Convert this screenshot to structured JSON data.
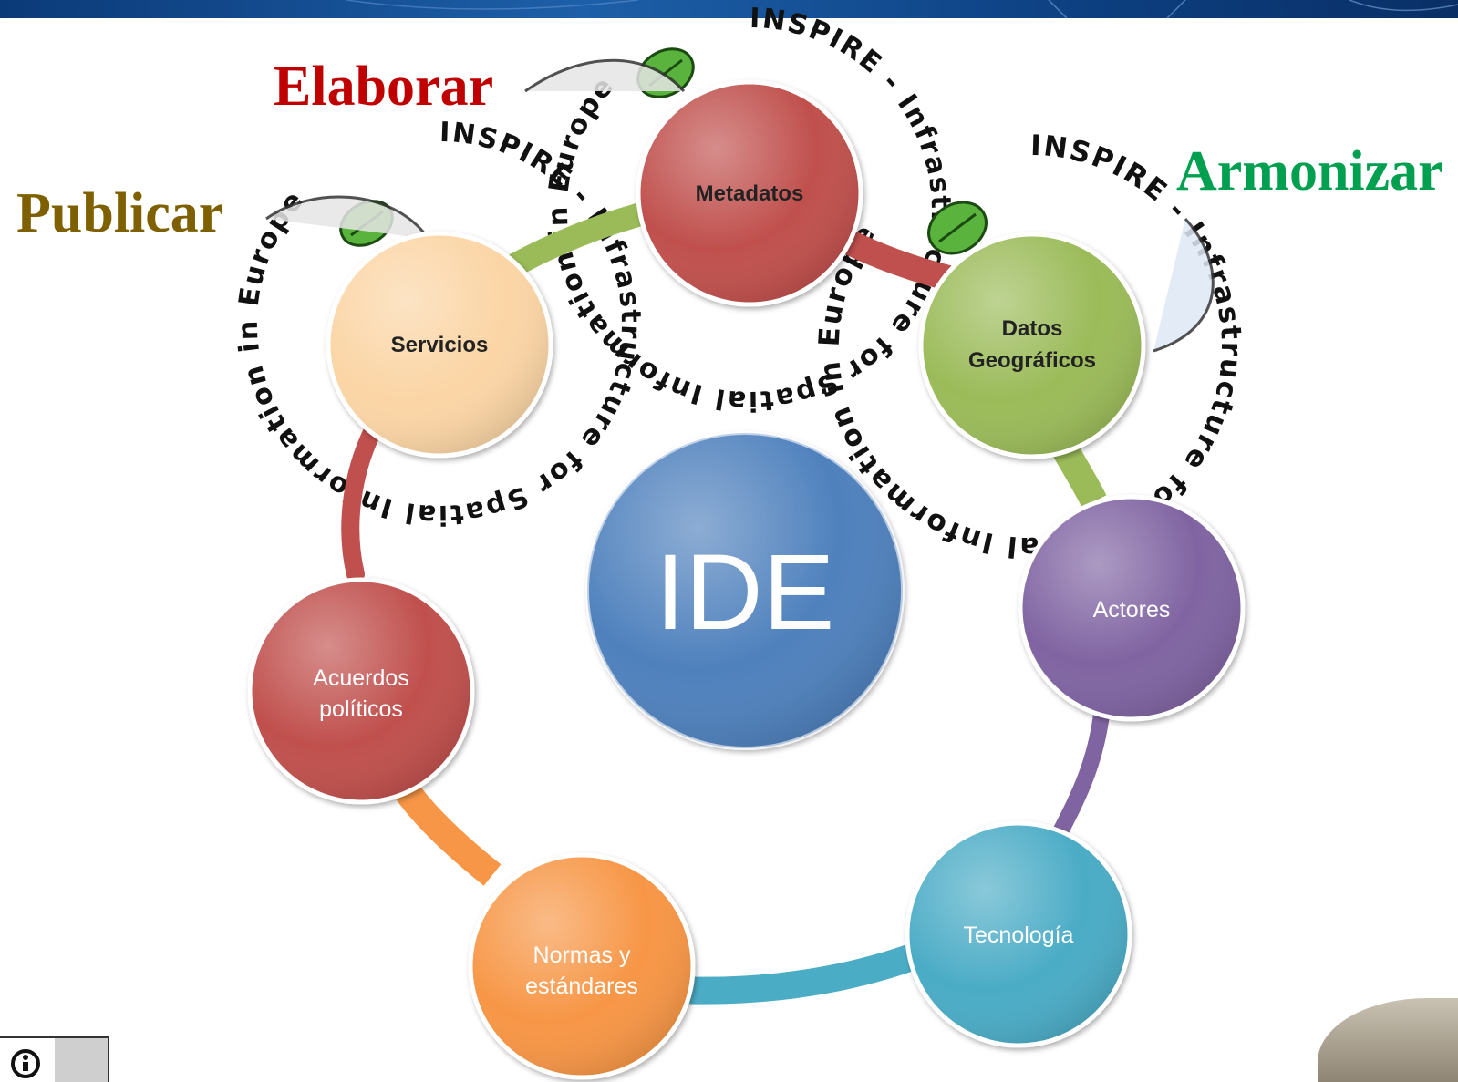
{
  "colors": {
    "metadatos": "#c0504d",
    "servicios": "#fbd5a5",
    "datos": "#9bbb59",
    "actores": "#8064a2",
    "tecnologia": "#4bacc6",
    "normas": "#f79646",
    "acuerdos": "#c0504d",
    "ide": "#4f81bd",
    "elaborar": "#c00000",
    "publicar": "#7f6000",
    "armonizar": "#00a050"
  },
  "center": {
    "label": "IDE"
  },
  "nodes": {
    "metadatos": {
      "label": "Metadatos"
    },
    "servicios": {
      "label": "Servicios"
    },
    "datos": {
      "line1": "Datos",
      "line2": "Geográficos"
    },
    "actores": {
      "label": "Actores"
    },
    "tecnologia": {
      "label": "Tecnología"
    },
    "normas": {
      "line1": "Normas y",
      "line2": "estándares"
    },
    "acuerdos": {
      "line1": "Acuerdos",
      "line2": "políticos"
    }
  },
  "actions": {
    "elaborar": "Elaborar",
    "publicar": "Publicar",
    "armonizar": "Armonizar"
  },
  "inspire_ring_text": "INSPIRE - Infrastructure for Spatial Information in Europe"
}
